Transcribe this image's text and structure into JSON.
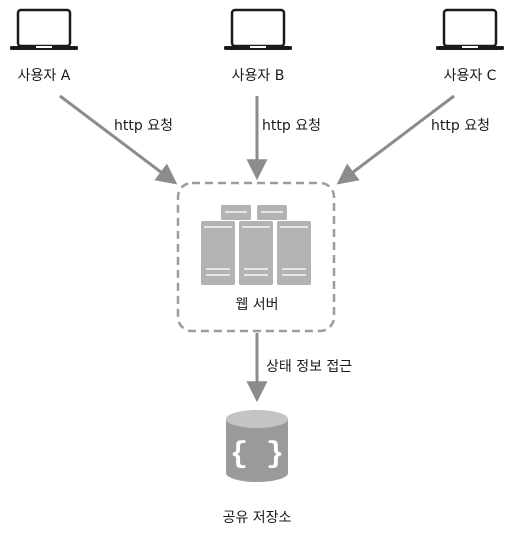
{
  "users": [
    {
      "label": "사용자 A",
      "request_label": "http 요청"
    },
    {
      "label": "사용자 B",
      "request_label": "http 요청"
    },
    {
      "label": "사용자 C",
      "request_label": "http 요청"
    }
  ],
  "web_server": {
    "label": "웹 서버"
  },
  "state_access": {
    "label": "상태 정보 접근"
  },
  "shared_store": {
    "label": "공유 저장소"
  },
  "colors": {
    "stroke": "#1a1a1a",
    "arrow": "#8c8c8c",
    "dashed_border": "#9c9c9c",
    "server_fill": "#b3b3b3",
    "server_highlight": "#e6e6e6",
    "db_fill": "#9a9a9a",
    "db_top": "#c4c4c4"
  }
}
